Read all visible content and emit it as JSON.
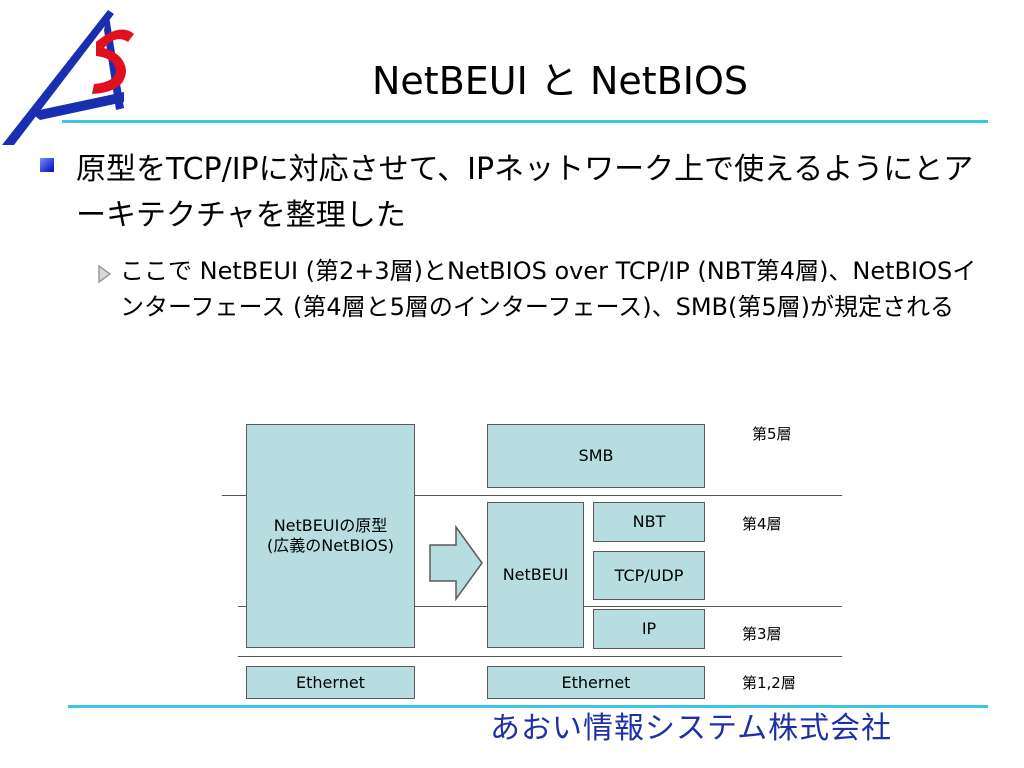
{
  "slide": {
    "title": "NetBEUI と NetBIOS",
    "bullet": "原型をTCP/IPに対応させて、IPネットワーク上で使えるようにとアーキテクチャを整理した",
    "sub_bullet": "ここで NetBEUI (第2+3層)とNetBIOS over TCP/IP (NBT第4層)、NetBIOSインターフェース (第4層と5層のインターフェース)、SMB(第5層)が規定される"
  },
  "diagram": {
    "left": {
      "proto_label": "NetBEUIの原型\n(広義のNetBIOS)",
      "ethernet": "Ethernet"
    },
    "right": {
      "smb": "SMB",
      "netbeui": "NetBEUI",
      "nbt": "NBT",
      "tcp_udp": "TCP/UDP",
      "ip": "IP",
      "ethernet": "Ethernet"
    },
    "layers": {
      "l5": "第5層",
      "l4": "第4層",
      "l3": "第3層",
      "l12": "第1,2層"
    }
  },
  "footer": {
    "company": "あおい情報システム株式会社"
  },
  "colors": {
    "accent_line": "#38c7e8",
    "box_fill": "#b8dde0",
    "footer_text": "#1e2fa8",
    "logo_blue": "#1a2fb0",
    "logo_red": "#e01020"
  }
}
